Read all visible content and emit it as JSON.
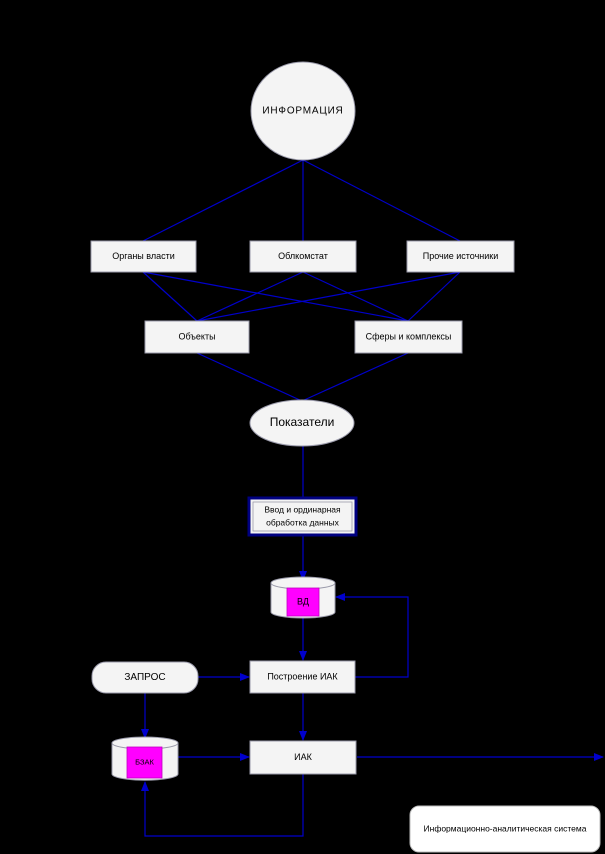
{
  "colors": {
    "background": "#000000",
    "edge": "#0000cc",
    "node_fill": "#f4f4f4",
    "node_border": "#9a9aaa",
    "highlight_border": "#000080",
    "db_fill": "#ff00ff"
  },
  "nodes": {
    "info": "ИНФОРМАЦИЯ",
    "organs": "Органы власти",
    "oblkomstat": "Облкомстат",
    "other_sources": "Прочие источники",
    "objects": "Объекты",
    "spheres": "Сферы и комплексы",
    "indicators": "Показатели",
    "input_line1": "Ввод и ординарная",
    "input_line2": "обработка данных",
    "vd": "ВД",
    "request": "ЗАПРОС",
    "build_iak": "Построение ИАК",
    "bzak": "БЗАК",
    "iak": "ИАК",
    "legend": "Информационно-аналитическая система"
  }
}
